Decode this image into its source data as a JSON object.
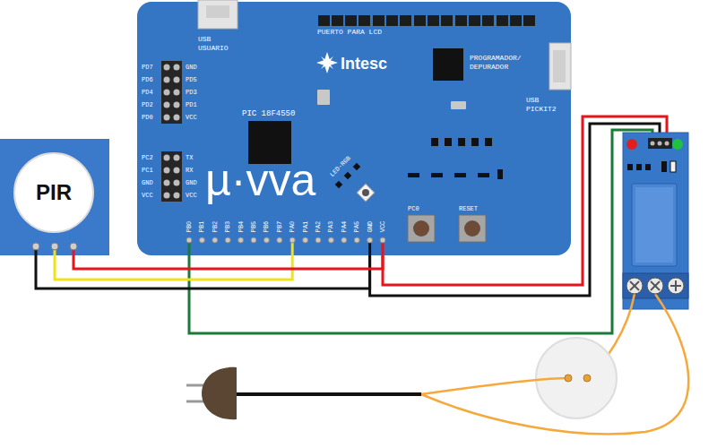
{
  "diagram": {
    "nodes": [
      {
        "text": [
          "µ·vva"
        ]
      },
      {
        "text": [
          "PIR"
        ]
      }
    ],
    "edges": [
      {
        "from": 1,
        "to": 0,
        "arrow": "none"
      },
      {
        "from": 1,
        "to": 0,
        "arrow": "none"
      },
      {
        "from": 1,
        "to": 0,
        "arrow": "none"
      }
    ],
    "labels": [
      "USB USUARIO",
      "PUERTO PARA LCD",
      "Intesc",
      "PROGRAMADOR/ DEPURADOR",
      "USB PICKIT2",
      "PD7",
      "GND",
      "PD6",
      "PD5",
      "PD4",
      "PD3",
      "PD2",
      "PD1",
      "PD0",
      "VCC",
      "PIC 18F4550",
      "PC2",
      "TX",
      "PC1",
      "RX",
      "GND",
      "GND",
      "VCC",
      "VCC",
      "LED-RGB",
      "PC0",
      "RESET",
      "PB0",
      "PB1",
      "PB2",
      "PB3",
      "PB4",
      "PB5",
      "PB6",
      "PB7",
      "PA0",
      "PA1",
      "PA2",
      "PA3",
      "PA4",
      "PA5",
      "GND",
      "VCC"
    ]
  }
}
